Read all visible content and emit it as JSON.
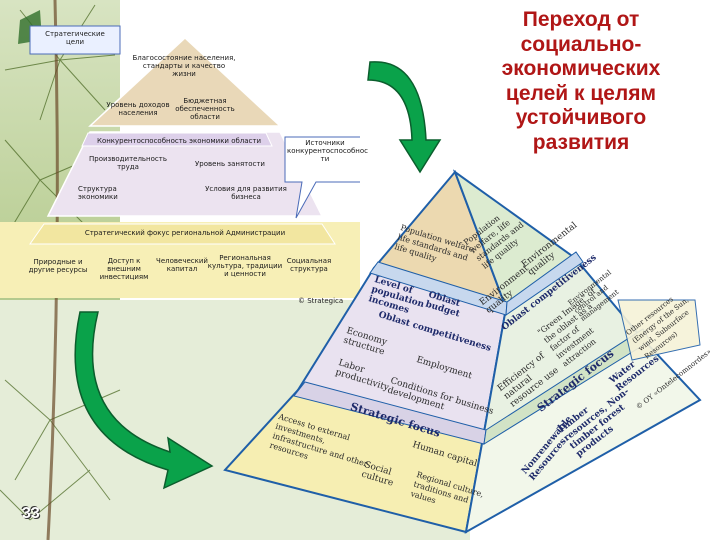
{
  "slide": {
    "title": "Переход от социально-экономических целей к целям устойчивого развития",
    "page_number": "33"
  },
  "flat_pyramid": {
    "strategic_goals": "Стратегические цели",
    "wellbeing": "Благосостояние населения, стандарты и качество жизни",
    "income_level": "Уровень доходов населения",
    "budget_security": "Бюджетная обеспеченность области",
    "competitiveness": "Конкурентоспособность экономики области",
    "sources": "Источники конкурентоспособнос ти",
    "labor_productivity": "Производительность труда",
    "employment_level": "Уровень занятости",
    "economy_structure": "Структура экономики",
    "business_conditions": "Условия для развития бизнеса",
    "strategic_focus": "Стратегический фокус региональной Администрации",
    "natural_resources": "Природные и другие ресурсы",
    "external_investments": "Доступ к внешним инвестициям",
    "human_capital": "Человеческий капитал",
    "regional_culture": "Региональная культура, традиции и ценности",
    "social_structure": "Социальная структура",
    "copyright": "© Strategica"
  },
  "pyramid_3d": {
    "front": {
      "population_welfare": "Population welfare, life standards and life quality",
      "income_level": "Level of population incomes",
      "oblast_budget": "Oblast budget",
      "oblast_competitiveness": "Oblast competitiveness",
      "economy_structure": "Economy structure",
      "employment": "Employment",
      "labor_productivity": "Labor productivity",
      "business_conditions": "Conditions for business development",
      "strategic_focus": "Strategic focus",
      "external_investments": "Access to external investments, infrastructure and other resources",
      "human_capital": "Human capital",
      "social_culture": "Social culture",
      "regional_culture": "Regional culture, traditions and values"
    },
    "side": {
      "population_welfare": "Population welfare, life standards and life quality",
      "environmental_quality": "Environmental quality",
      "environment_quality": "Environment quality",
      "environmental_management": "Environmental control and management",
      "oblast_competitiveness": "Oblast competitiveness",
      "green_image": "\"Green Image\" of the oblast as a factor of investment attraction",
      "natural_resource_efficiency": "Efficiency of natural resource use",
      "strategic_focus": "Strategic focus",
      "water_resources": "Water Resources",
      "timber_resources": "Timber resources, Non-timber forest products",
      "nonrenewable": "Nonrenewable Resources",
      "other_resources": "Other resources (Energy of the Sun, wind, Subsurface Resources)",
      "copyright": "© OY «Ontelecomnordes»"
    }
  },
  "colors": {
    "title_red": "#b01616",
    "pyramid_blue": "#1f5fa8",
    "band_wellbeing": "#e9d8b8",
    "band_competitiveness": "#ece3f0",
    "band_focus": "#f7efb6",
    "arrow_green": "#0aa24a"
  }
}
